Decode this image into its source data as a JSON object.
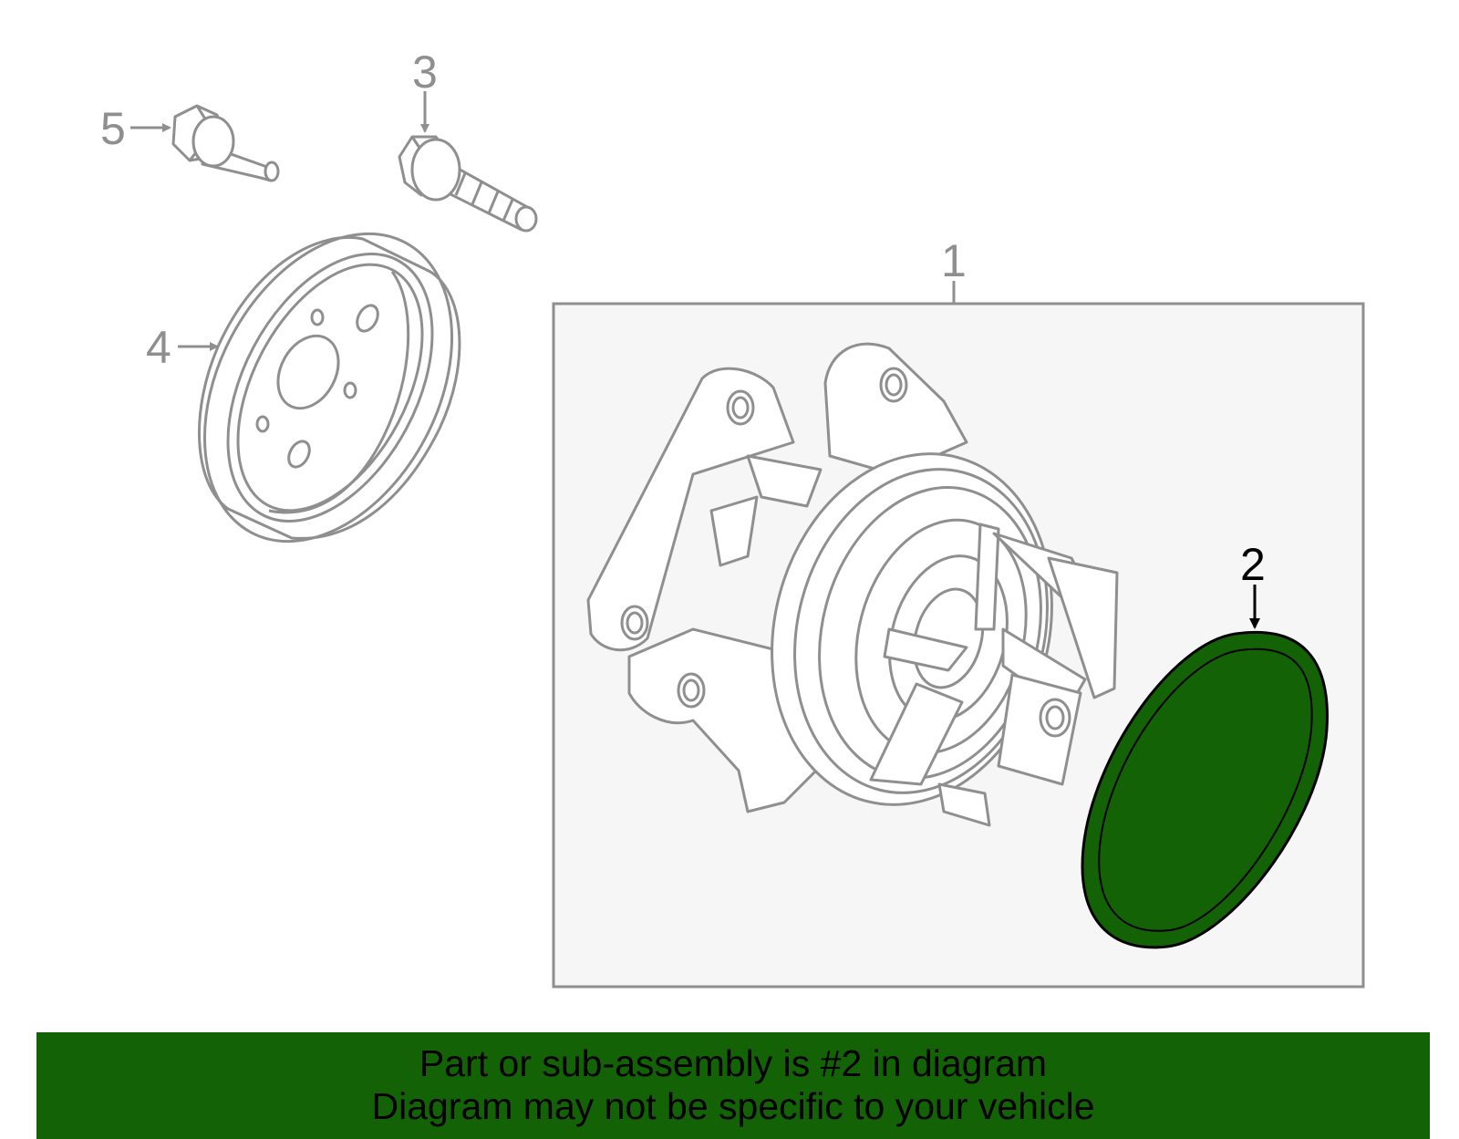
{
  "diagram": {
    "callouts": {
      "part_1": "1",
      "part_2": "2",
      "part_3": "3",
      "part_4": "4",
      "part_5": "5"
    },
    "highlight_part": "2",
    "colors": {
      "line_art": "#8f8f8f",
      "highlight_fill": "#136306",
      "highlight_outline": "#000000",
      "callout_box_fill": "#f6f6f6",
      "banner_fill": "#136306"
    },
    "parts": [
      {
        "number": "1",
        "icon": "water-pump-assembly-icon"
      },
      {
        "number": "2",
        "icon": "gasket-icon"
      },
      {
        "number": "3",
        "icon": "flange-bolt-icon"
      },
      {
        "number": "4",
        "icon": "pulley-icon"
      },
      {
        "number": "5",
        "icon": "stud-bolt-icon"
      }
    ]
  },
  "banner": {
    "line1": "Part or sub-assembly is #2 in diagram",
    "line2": "Diagram may not be specific to your vehicle"
  }
}
